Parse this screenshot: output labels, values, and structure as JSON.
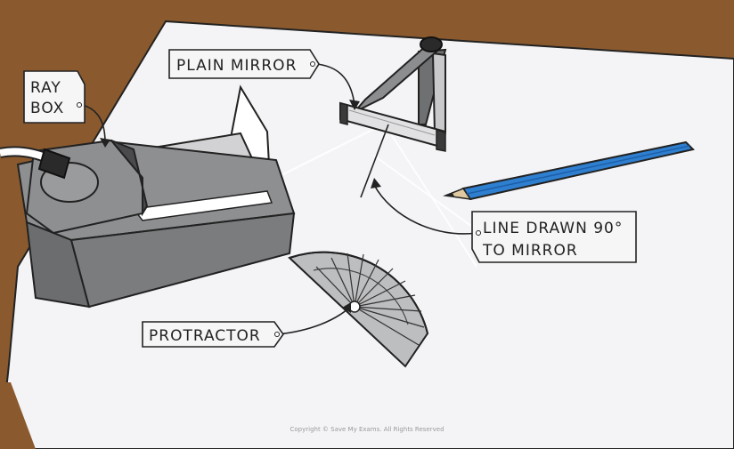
{
  "labels": {
    "plain_mirror": "PLAIN  MIRROR",
    "ray_box_line1": "RAY",
    "ray_box_line2": "BOX",
    "line_drawn_line1": "LINE  DRAWN  90°",
    "line_drawn_line2": "TO  MIRROR",
    "protractor": "PROTRACTOR"
  },
  "copyright": "Copyright © Save My Exams. All Rights Reserved",
  "colors": {
    "table": "#8a5a2e",
    "paper": "#f4f4f6",
    "pencil": "#2f7fd0",
    "raybox": "#8e8f91",
    "raybox_dark": "#6c6d6f",
    "mirror": "#d9d9d9",
    "protractor": "#bdbec0"
  }
}
